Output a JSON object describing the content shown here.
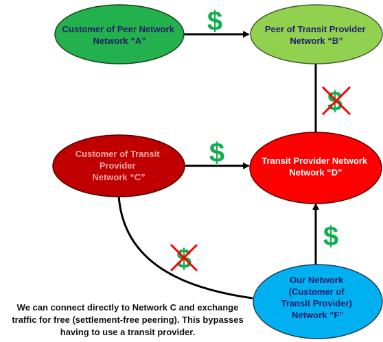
{
  "nodes": {
    "a": {
      "lines": [
        "Customer of Peer Network",
        "Network “A”"
      ],
      "fill": "#22b14c",
      "text_color": "#1f1f6b"
    },
    "b": {
      "lines": [
        "Peer of Transit Provider",
        "Network “B”"
      ],
      "fill": "#92d050",
      "text_color": "#1f1f6b"
    },
    "c": {
      "lines": [
        "Customer of Transit",
        "Provider",
        "Network “C”"
      ],
      "fill": "#c00000",
      "text_color": "#f4a7a7"
    },
    "d": {
      "lines": [
        "Transit Provider Network",
        "Network “D”"
      ],
      "fill": "#ff0000",
      "text_color": "#ffffff"
    },
    "f": {
      "lines": [
        "Our Network",
        "(Customer of",
        "Transit Provider)",
        "Network “F”"
      ],
      "fill": "#00b0f0",
      "text_color": "#1f1f6b"
    }
  },
  "symbols": {
    "paid": "$",
    "dollar_color": "#0fae4f",
    "cross_color": "#ff0000"
  },
  "caption_lines": [
    "We can connect directly to Network C and exchange",
    "traffic for free (settlement-free peering). This bypasses",
    "having to use a transit provider."
  ]
}
